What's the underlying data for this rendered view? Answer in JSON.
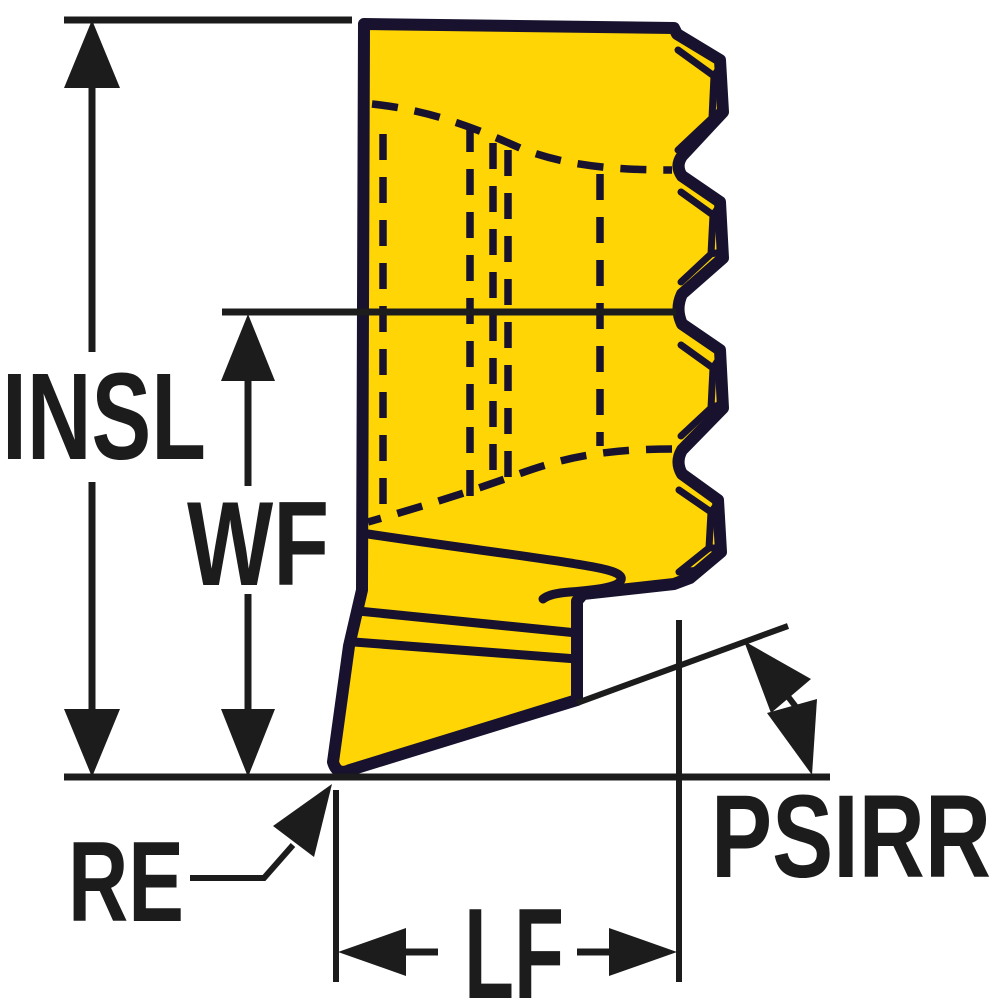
{
  "diagram_type": "cutting-insert dimension drawing",
  "labels": {
    "insl": "INSL",
    "wf": "WF",
    "re": "RE",
    "lf": "LF",
    "psirr": "PSIRR"
  },
  "colors": {
    "insert_fill": "#FFD505",
    "outline": "#18122E",
    "dimension": "#1C1C1C",
    "background": "#FFFFFF"
  }
}
